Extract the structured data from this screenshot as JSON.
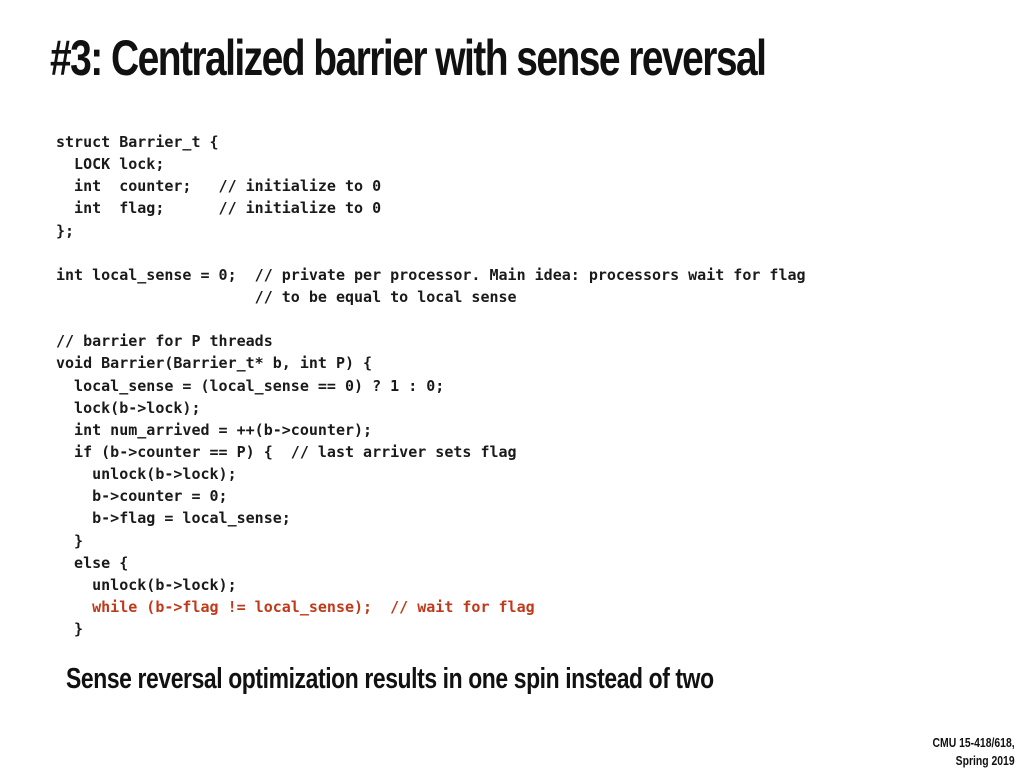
{
  "slide": {
    "title": "#3: Centralized barrier with sense reversal",
    "code_lines": [
      "struct Barrier_t {",
      "  LOCK lock;",
      "  int  counter;   // initialize to 0",
      "  int  flag;      // initialize to 0",
      "};",
      "",
      "int local_sense = 0;  // private per processor. Main idea: processors wait for flag",
      "                      // to be equal to local sense",
      "",
      "// barrier for P threads",
      "void Barrier(Barrier_t* b, int P) {",
      "  local_sense = (local_sense == 0) ? 1 : 0;",
      "  lock(b->lock);",
      "  int num_arrived = ++(b->counter);",
      "  if (b->counter == P) {  // last arriver sets flag",
      "    unlock(b->lock);",
      "    b->counter = 0;",
      "    b->flag = local_sense;",
      "  }",
      "  else {",
      "    unlock(b->lock);",
      "    while (b->flag != local_sense);  // wait for flag",
      "  }"
    ],
    "highlight_color": "#c0391b",
    "takeaway": "Sense reversal optimization results in one spin instead of two",
    "footer": {
      "course": "CMU 15-418/618,",
      "term": "Spring 2019"
    }
  }
}
